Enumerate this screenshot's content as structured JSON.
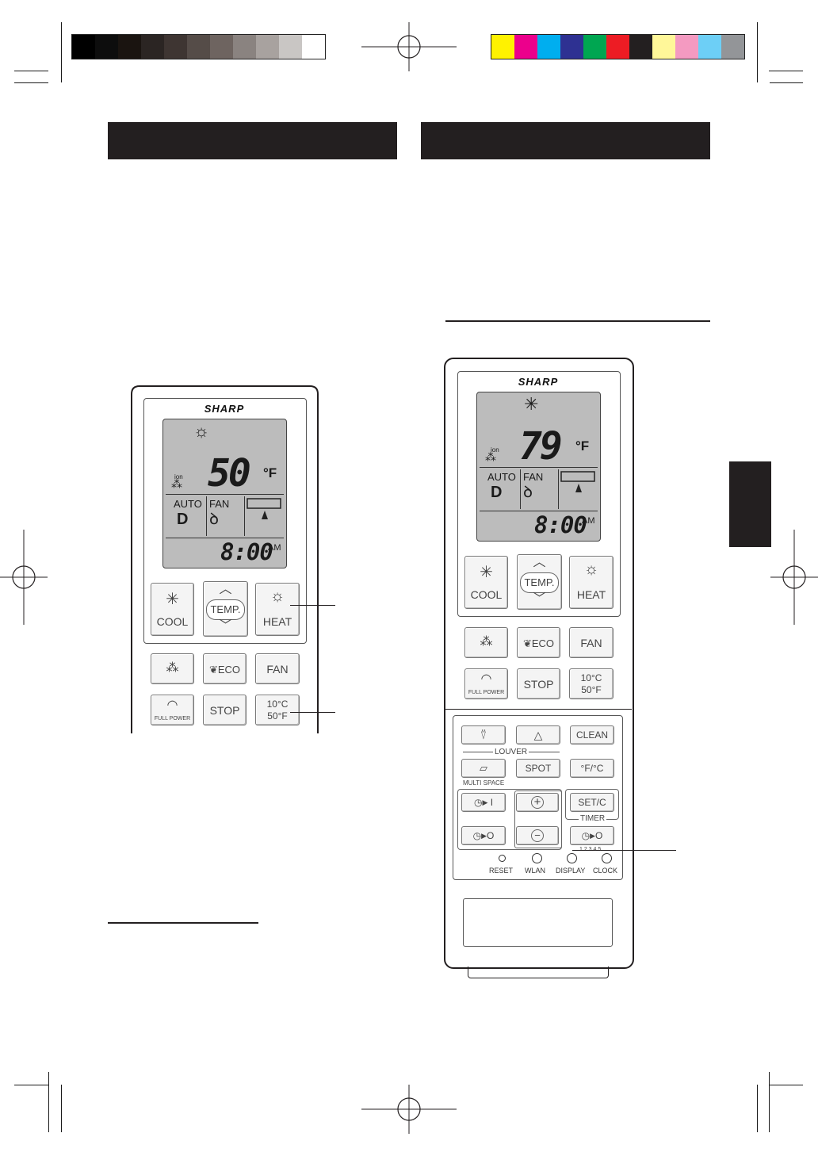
{
  "remote_left": {
    "brand": "SHARP",
    "display": {
      "temperature": "50",
      "unit": "°F",
      "ion_label": "ion",
      "auto_label": "AUTO",
      "fan_label": "FAN",
      "time": "8:00",
      "ampm": "AM"
    },
    "buttons": {
      "cool": "COOL",
      "temp": "TEMP.",
      "heat": "HEAT",
      "eco": "ECO",
      "fan": "FAN",
      "full_power": "FULL POWER",
      "stop": "STOP",
      "temp_c": "10°C",
      "temp_f": "50°F"
    }
  },
  "remote_right": {
    "brand": "SHARP",
    "display": {
      "temperature": "79",
      "unit": "°F",
      "ion_label": "ion",
      "auto_label": "AUTO",
      "fan_label": "FAN",
      "time": "8:00",
      "ampm": "AM"
    },
    "buttons": {
      "cool": "COOL",
      "temp": "TEMP.",
      "heat": "HEAT",
      "eco": "ECO",
      "fan": "FAN",
      "full_power": "FULL POWER",
      "stop": "STOP",
      "temp_c": "10°C",
      "temp_f": "50°F",
      "clean": "CLEAN",
      "louver": "LOUVER",
      "spot": "SPOT",
      "fc": "°F/°C",
      "multi_space": "MULTI SPACE",
      "set_c": "SET/C",
      "timer": "TIMER",
      "timer_on": "I",
      "timer_off": "O",
      "timer_off2": "O",
      "plus": "+",
      "minus": "−",
      "reset": "RESET",
      "wlan": "WLAN",
      "display_btn": "DISPLAY",
      "clock": "CLOCK",
      "level_digits": "1 2 3 4 5"
    }
  },
  "colors": {
    "bar": "#231f20",
    "lcd": "#bcbcbc",
    "cmyk_swatches": [
      "#fff200",
      "#ec008c",
      "#00aeef",
      "#2e3192",
      "#00a651",
      "#ed1c24",
      "#231f20",
      "#fff799",
      "#f49ac1",
      "#6dcff6",
      "#939598"
    ],
    "gray_swatches": [
      "#000000",
      "#0d0d0d",
      "#1a1410",
      "#2b2523",
      "#3e3532",
      "#554c48",
      "#6e6460",
      "#8a8380",
      "#a8a29f",
      "#c9c6c4",
      "#ffffff"
    ]
  }
}
